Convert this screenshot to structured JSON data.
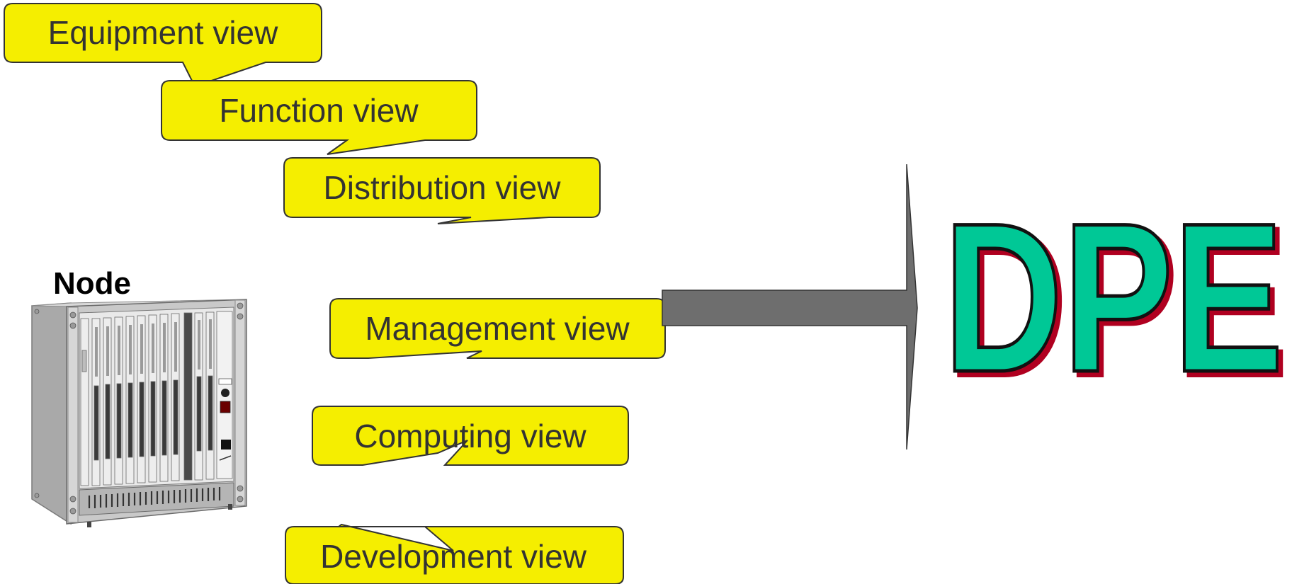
{
  "callouts": [
    {
      "label": "Equipment view"
    },
    {
      "label": "Function view"
    },
    {
      "label": "Distribution view"
    },
    {
      "label": "Management view"
    },
    {
      "label": "Computing view"
    },
    {
      "label": "Development view"
    }
  ],
  "node": {
    "label": "Node"
  },
  "result": {
    "label": "DPE"
  },
  "colors": {
    "callout_fill": "#F5EE00",
    "callout_stroke": "#333333",
    "arrow_fill": "#6E6E6E",
    "dpe_fill": "#00C896",
    "dpe_outline": "#111111",
    "dpe_shadow": "#B00020",
    "rack_body": "#BFBFBF"
  },
  "icons": {
    "node": "equipment-rack-icon",
    "arrow": "right-arrow-icon"
  }
}
